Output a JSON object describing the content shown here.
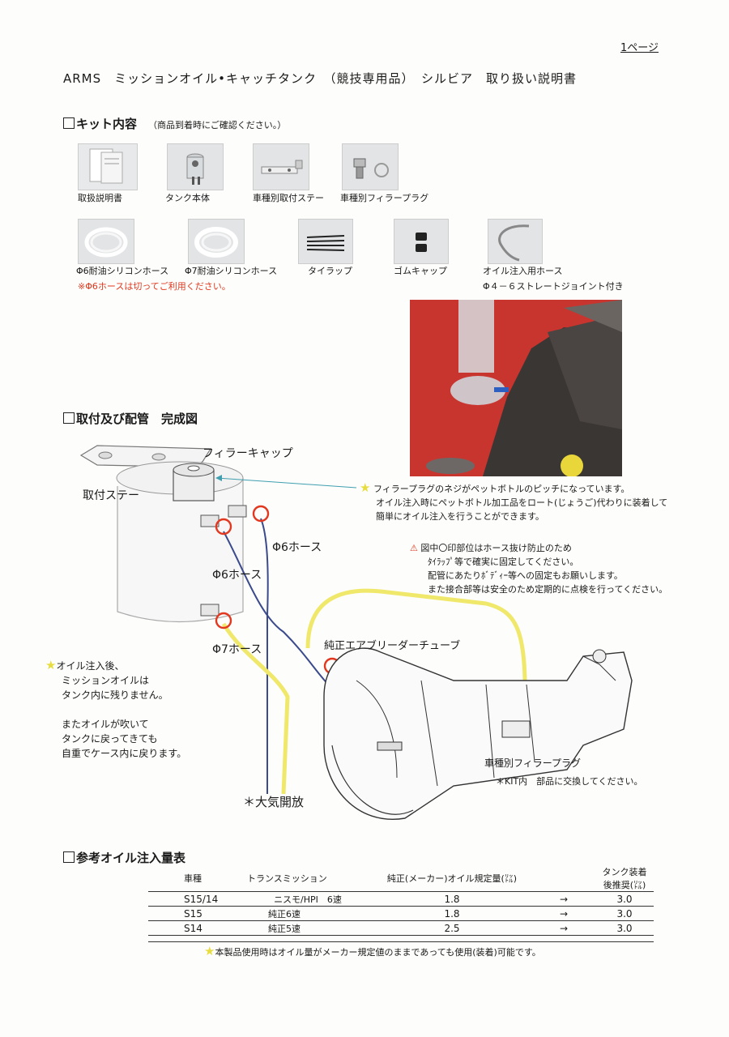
{
  "page_number": "1ページ",
  "title": "ARMS　ミッションオイル•キャッチタンク　（競技専用品）　シルビア　取り扱い説明書",
  "kit": {
    "heading": "キット内容",
    "note": "（商品到着時にご確認ください。）",
    "items": [
      {
        "label": "取扱説明書",
        "icon": "manual-icon"
      },
      {
        "label": "タンク本体",
        "icon": "tank-icon"
      },
      {
        "label": "車種別取付ステー",
        "icon": "bracket-icon"
      },
      {
        "label": "車種別フィラープラグ",
        "icon": "filler-plug-icon"
      },
      {
        "label": "Φ6耐油シリコンホース",
        "icon": "hose-coil-icon"
      },
      {
        "label": "Φ7耐油シリコンホース",
        "icon": "hose-coil-icon"
      },
      {
        "label": "タイラップ",
        "icon": "zip-tie-icon"
      },
      {
        "label": "ゴムキャップ",
        "icon": "rubber-cap-icon"
      },
      {
        "label": "オイル注入用ホース",
        "icon": "fill-hose-icon"
      }
    ],
    "hose6_note": "※Φ6ホースは切ってご利用ください。",
    "fill_hose_note": "Φ４－６ストレートジョイント付き"
  },
  "install": {
    "heading": "取付及び配管　完成図",
    "labels": {
      "filler_cap": "フィラーキャップ",
      "bracket": "取付ステー",
      "hose6_a": "Φ6ホース",
      "hose6_b": "Φ6ホース",
      "hose7": "Φ7ホース",
      "breather": "純正エアブリーダーチューブ",
      "filler_plug": "車種別フィラープラグ",
      "kit_replace": "＊KIT内　部品に交換してください。",
      "atmosphere": "＊大気開放"
    },
    "filler_note": [
      "フィラープラグのネジがペットボトルのピッチになっています。",
      "オイル注入時にペットボトル加工品をロート(じょうご)代わりに装着して",
      "簡単にオイル注入を行うことができます。"
    ],
    "warning_note": [
      "図中〇印部位はホース抜け防止のため",
      "ﾀｲﾗｯﾌﾟ等で確実に固定してください。",
      "配管にあたりﾎﾞﾃﾞｨｰ等への固定もお願いします。",
      "また接合部等は安全のため定期的に点検を行ってください。"
    ],
    "oil_note": [
      "オイル注入後、",
      "ミッションオイルは",
      "タンク内に残りません。",
      "",
      "またオイルが吹いて",
      "タンクに戻ってきても",
      "自重でケース内に戻ります。"
    ]
  },
  "oil_table": {
    "heading": "参考オイル注入量表",
    "headers": [
      "車種",
      "トランスミッション",
      "純正(メーカー)オイル規定量(㍑)",
      "",
      "タンク装着後推奨(㍑)"
    ],
    "rows": [
      [
        "S15/14",
        "ニスモ/HPI　6速",
        "1.8",
        "→",
        "3.0"
      ],
      [
        "S15",
        "純正6速",
        "1.8",
        "→",
        "3.0"
      ],
      [
        "S14",
        "純正5速",
        "2.5",
        "→",
        "3.0"
      ]
    ],
    "footnote": "本製品使用時はオイル量がメーカー規定値のままであっても使用(装着)可能です。"
  },
  "colors": {
    "accent_red": "#e2381f",
    "hose_yellow": "#f0e86a",
    "hose_blue": "#3a4a8c",
    "leader_teal": "#3f9fb0"
  }
}
